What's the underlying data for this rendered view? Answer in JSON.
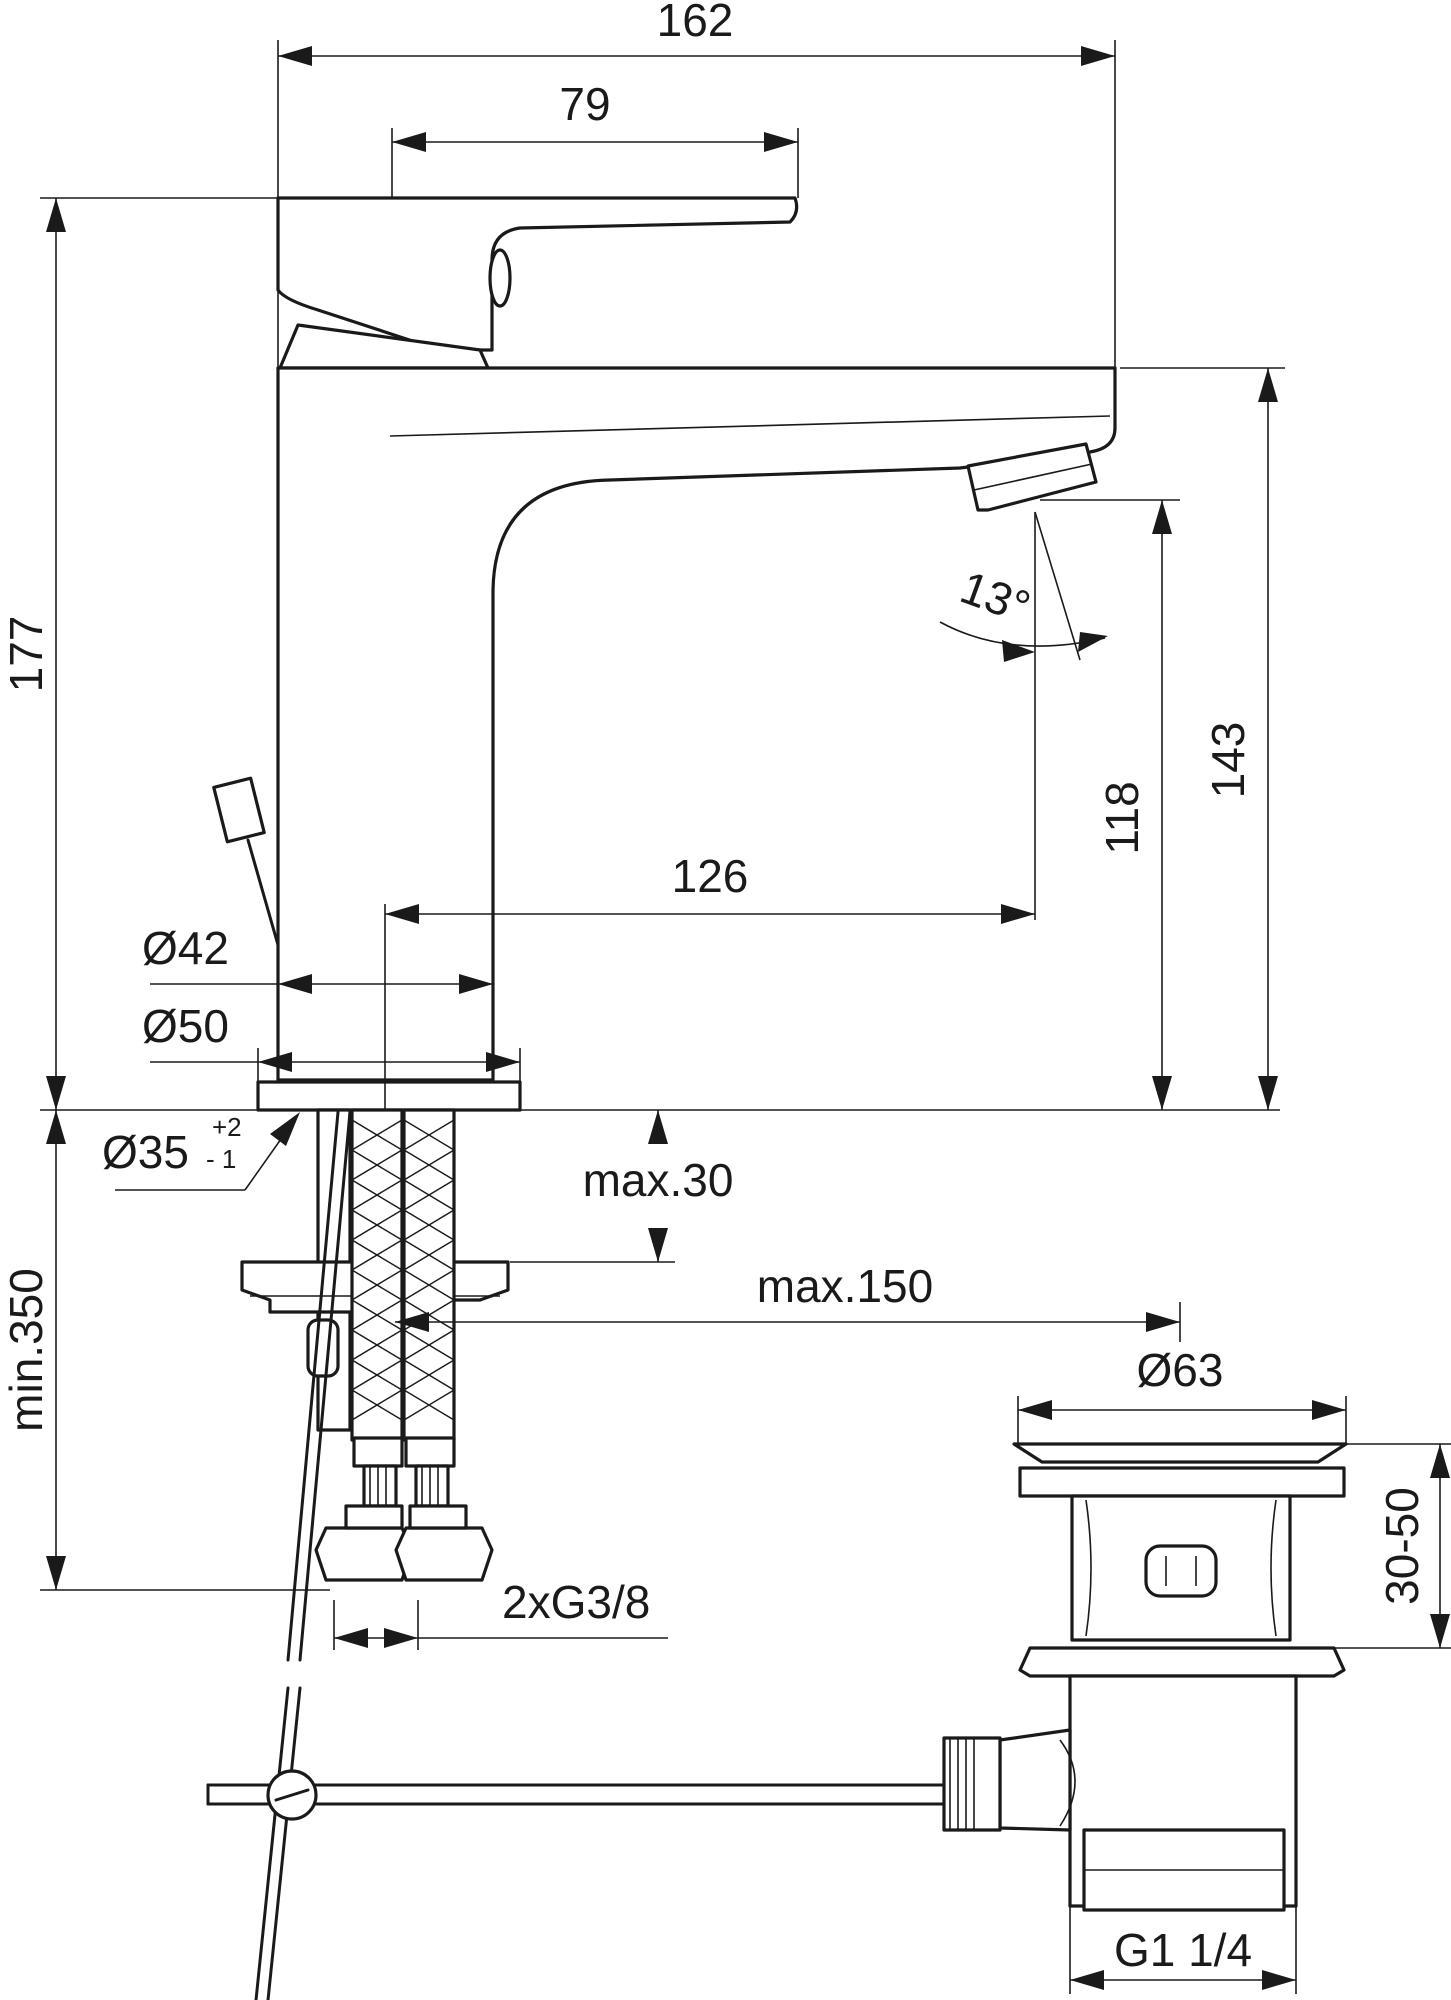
{
  "dimensions": {
    "overall_width": "162",
    "handle_length": "79",
    "overall_height": "177",
    "spout_height": "143",
    "outlet_height": "118",
    "spout_reach": "126",
    "outlet_angle": "13°",
    "body_diameter": "Ø42",
    "base_diameter": "Ø50",
    "hole_diameter": "Ø35",
    "hole_tol_plus": "+2",
    "hole_tol_minus": "- 1",
    "max_thickness": "max.30",
    "max_rod": "max.150",
    "min_hose": "min.350",
    "hose_thread": "2xG3/8",
    "waste_diameter": "Ø63",
    "waste_height": "30-50",
    "waste_thread": "G1 1/4"
  }
}
